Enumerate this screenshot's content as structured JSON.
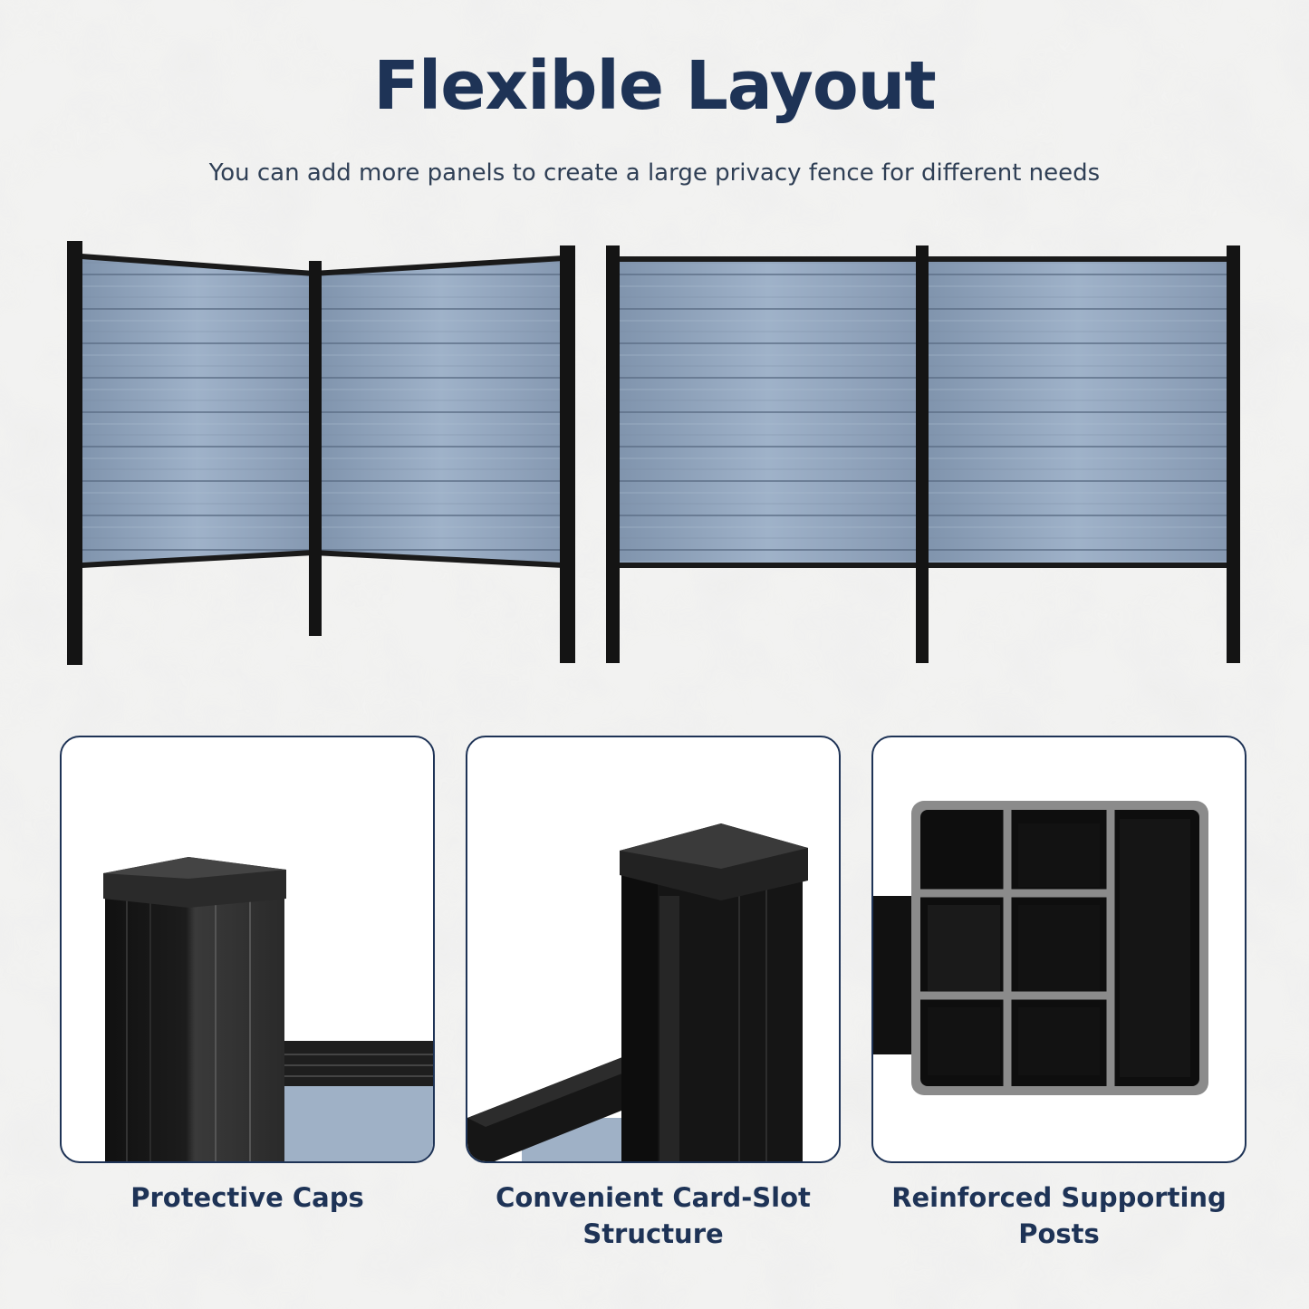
{
  "header": {
    "title": "Flexible Layout",
    "subtitle": "You can add more panels to create a large privacy fence for different needs"
  },
  "features": [
    {
      "label": "Protective Caps",
      "icon": "post-cap-icon"
    },
    {
      "label_line1": "Convenient Card-Slot",
      "label_line2": "Structure",
      "icon": "card-slot-icon"
    },
    {
      "label_line1": "Reinforced Supporting",
      "label_line2": "Posts",
      "icon": "post-cross-section-icon"
    }
  ],
  "colors": {
    "title": "#1e3356",
    "panel": "#8fa3bb",
    "post": "#141414",
    "card_border": "#1e3356"
  }
}
